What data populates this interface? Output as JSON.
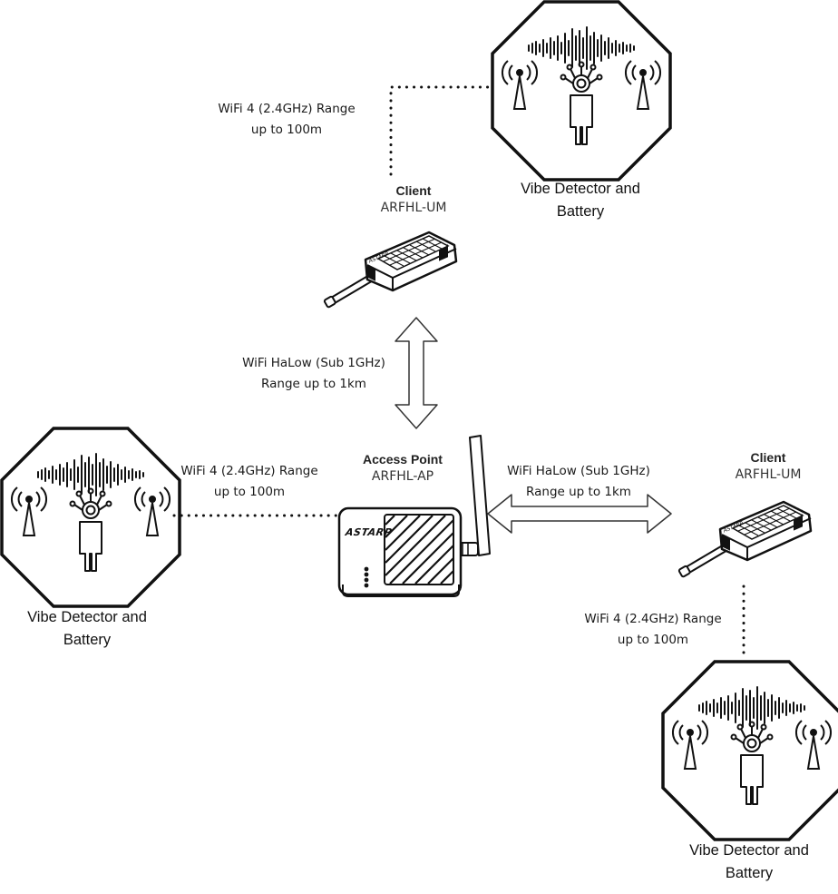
{
  "detectors": [
    {
      "label_line1": "Vibe Detector and",
      "label_line2": "Battery"
    },
    {
      "label_line1": "Vibe Detector and",
      "label_line2": "Battery"
    },
    {
      "label_line1": "Vibe Detector and",
      "label_line2": "Battery"
    }
  ],
  "client_top": {
    "title": "Client",
    "model": "ARFHL-UM"
  },
  "client_right": {
    "title": "Client",
    "model": "ARFHL-UM"
  },
  "access_point": {
    "title": "Access Point",
    "model": "ARFHL-AP",
    "brand": "ASTARP"
  },
  "links": {
    "wifi4_top": {
      "line1": "WiFi 4 (2.4GHz) Range",
      "line2": "up to 100m"
    },
    "wifi4_left": {
      "line1": "WiFi 4 (2.4GHz) Range",
      "line2": "up to 100m"
    },
    "wifi4_right": {
      "line1": "WiFi 4 (2.4GHz) Range",
      "line2": "up to 100m"
    },
    "halow_vertical": {
      "line1": "WiFi HaLow (Sub 1GHz)",
      "line2": "Range up to 1km"
    },
    "halow_horizontal": {
      "line1": "WiFi HaLow (Sub 1GHz)",
      "line2": "Range up to 1km"
    }
  }
}
